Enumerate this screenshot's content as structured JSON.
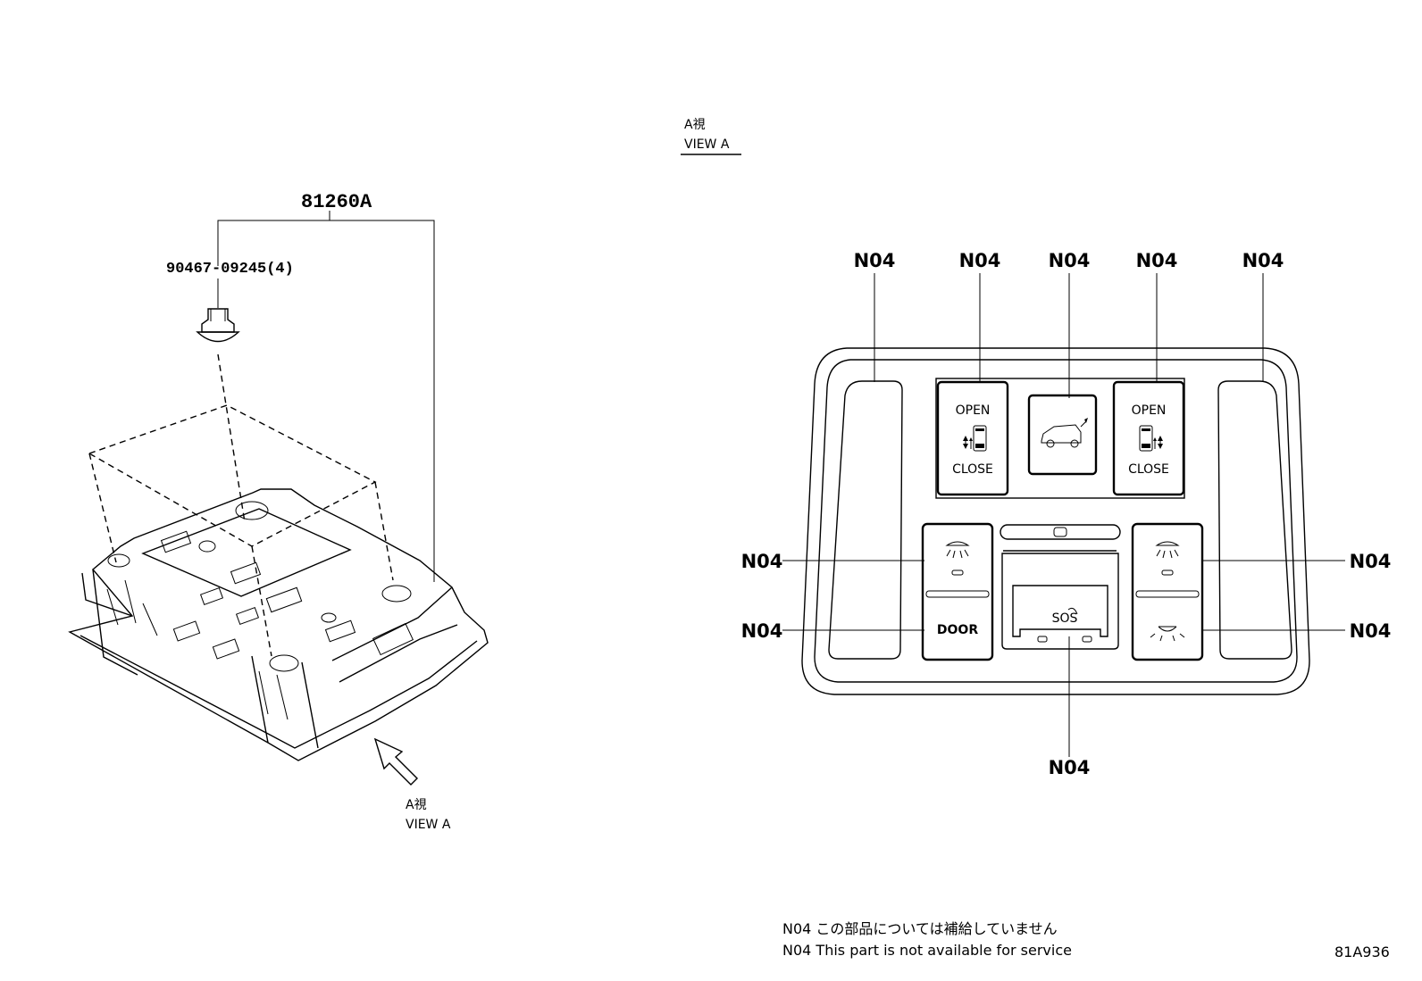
{
  "left_view": {
    "assembly_part": "81260A",
    "clip_part": "90467-09245(4)",
    "view_label_jp": "A視",
    "view_label_en": "VIEW A"
  },
  "right_view": {
    "view_label_jp": "A視",
    "view_label_en": "VIEW A",
    "callout": "N04",
    "buttons": {
      "left_slide_open": "OPEN",
      "left_slide_close": "CLOSE",
      "right_slide_open": "OPEN",
      "right_slide_close": "CLOSE",
      "door": "DOOR",
      "sos": "SOS"
    }
  },
  "notes": {
    "jp": "N04 この部品については補給していません",
    "en": "N04 This part is not available for service"
  },
  "figure_id": "81A936"
}
